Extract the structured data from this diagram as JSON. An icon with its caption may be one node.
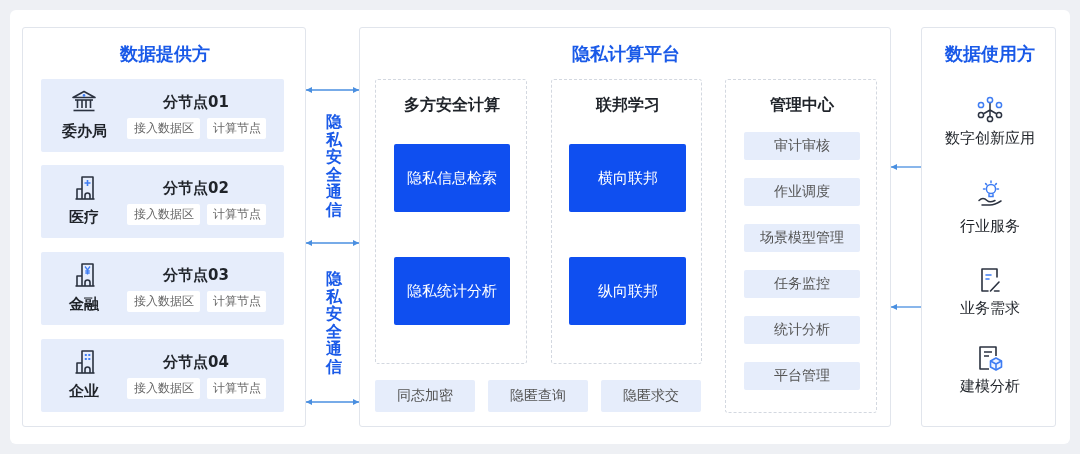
{
  "diagram": {
    "nodes": [
      {
        "text": [
          "数据提供方"
        ]
      },
      {
        "text": [
          "委办局",
          "分节点01"
        ],
        "in": 0
      },
      {
        "text": [
          "接入数据区"
        ],
        "in": 1
      },
      {
        "text": [
          "计算节点"
        ],
        "in": 1
      },
      {
        "text": [
          "医疗",
          "分节点02"
        ],
        "in": 0
      },
      {
        "text": [
          "接入数据区"
        ],
        "in": 4
      },
      {
        "text": [
          "计算节点"
        ],
        "in": 4
      },
      {
        "text": [
          "金融",
          "分节点03"
        ],
        "in": 0
      },
      {
        "text": [
          "接入数据区"
        ],
        "in": 7
      },
      {
        "text": [
          "计算节点"
        ],
        "in": 7
      },
      {
        "text": [
          "企业",
          "分节点04"
        ],
        "in": 0
      },
      {
        "text": [
          "接入数据区"
        ],
        "in": 10
      },
      {
        "text": [
          "计算节点"
        ],
        "in": 10
      },
      {
        "text": [
          "隐私计算平台"
        ]
      },
      {
        "text": [
          "多方安全计算"
        ],
        "in": 13
      },
      {
        "text": [
          "隐私信息检索"
        ],
        "in": 14
      },
      {
        "text": [
          "隐私统计分析"
        ],
        "in": 14
      },
      {
        "text": [
          "联邦学习"
        ],
        "in": 13
      },
      {
        "text": [
          "横向联邦"
        ],
        "in": 17
      },
      {
        "text": [
          "纵向联邦"
        ],
        "in": 17
      },
      {
        "text": [
          "管理中心"
        ],
        "in": 13
      },
      {
        "text": [
          "审计审核"
        ],
        "in": 20
      },
      {
        "text": [
          "作业调度"
        ],
        "in": 20
      },
      {
        "text": [
          "场景模型管理"
        ],
        "in": 20
      },
      {
        "text": [
          "任务监控"
        ],
        "in": 20
      },
      {
        "text": [
          "统计分析"
        ],
        "in": 20
      },
      {
        "text": [
          "平台管理"
        ],
        "in": 20
      },
      {
        "text": [
          "同态加密"
        ],
        "in": 13
      },
      {
        "text": [
          "隐匿查询"
        ],
        "in": 13
      },
      {
        "text": [
          "隐匿求交"
        ],
        "in": 13
      },
      {
        "text": [
          "数据使用方",
          "数字创新应用",
          "行业服务",
          "业务需求",
          "建模分析"
        ]
      }
    ],
    "edges": [
      {
        "from": 0,
        "to": 13,
        "arrow": "both"
      },
      {
        "from": 0,
        "to": 13,
        "arrow": "both"
      },
      {
        "from": 0,
        "to": 13,
        "arrow": "both"
      },
      {
        "from": 30,
        "to": 13,
        "arrow": "to"
      },
      {
        "from": 30,
        "to": 13,
        "arrow": "to"
      }
    ],
    "labels": [
      "隐私安全通信",
      "隐私安全通信"
    ]
  }
}
